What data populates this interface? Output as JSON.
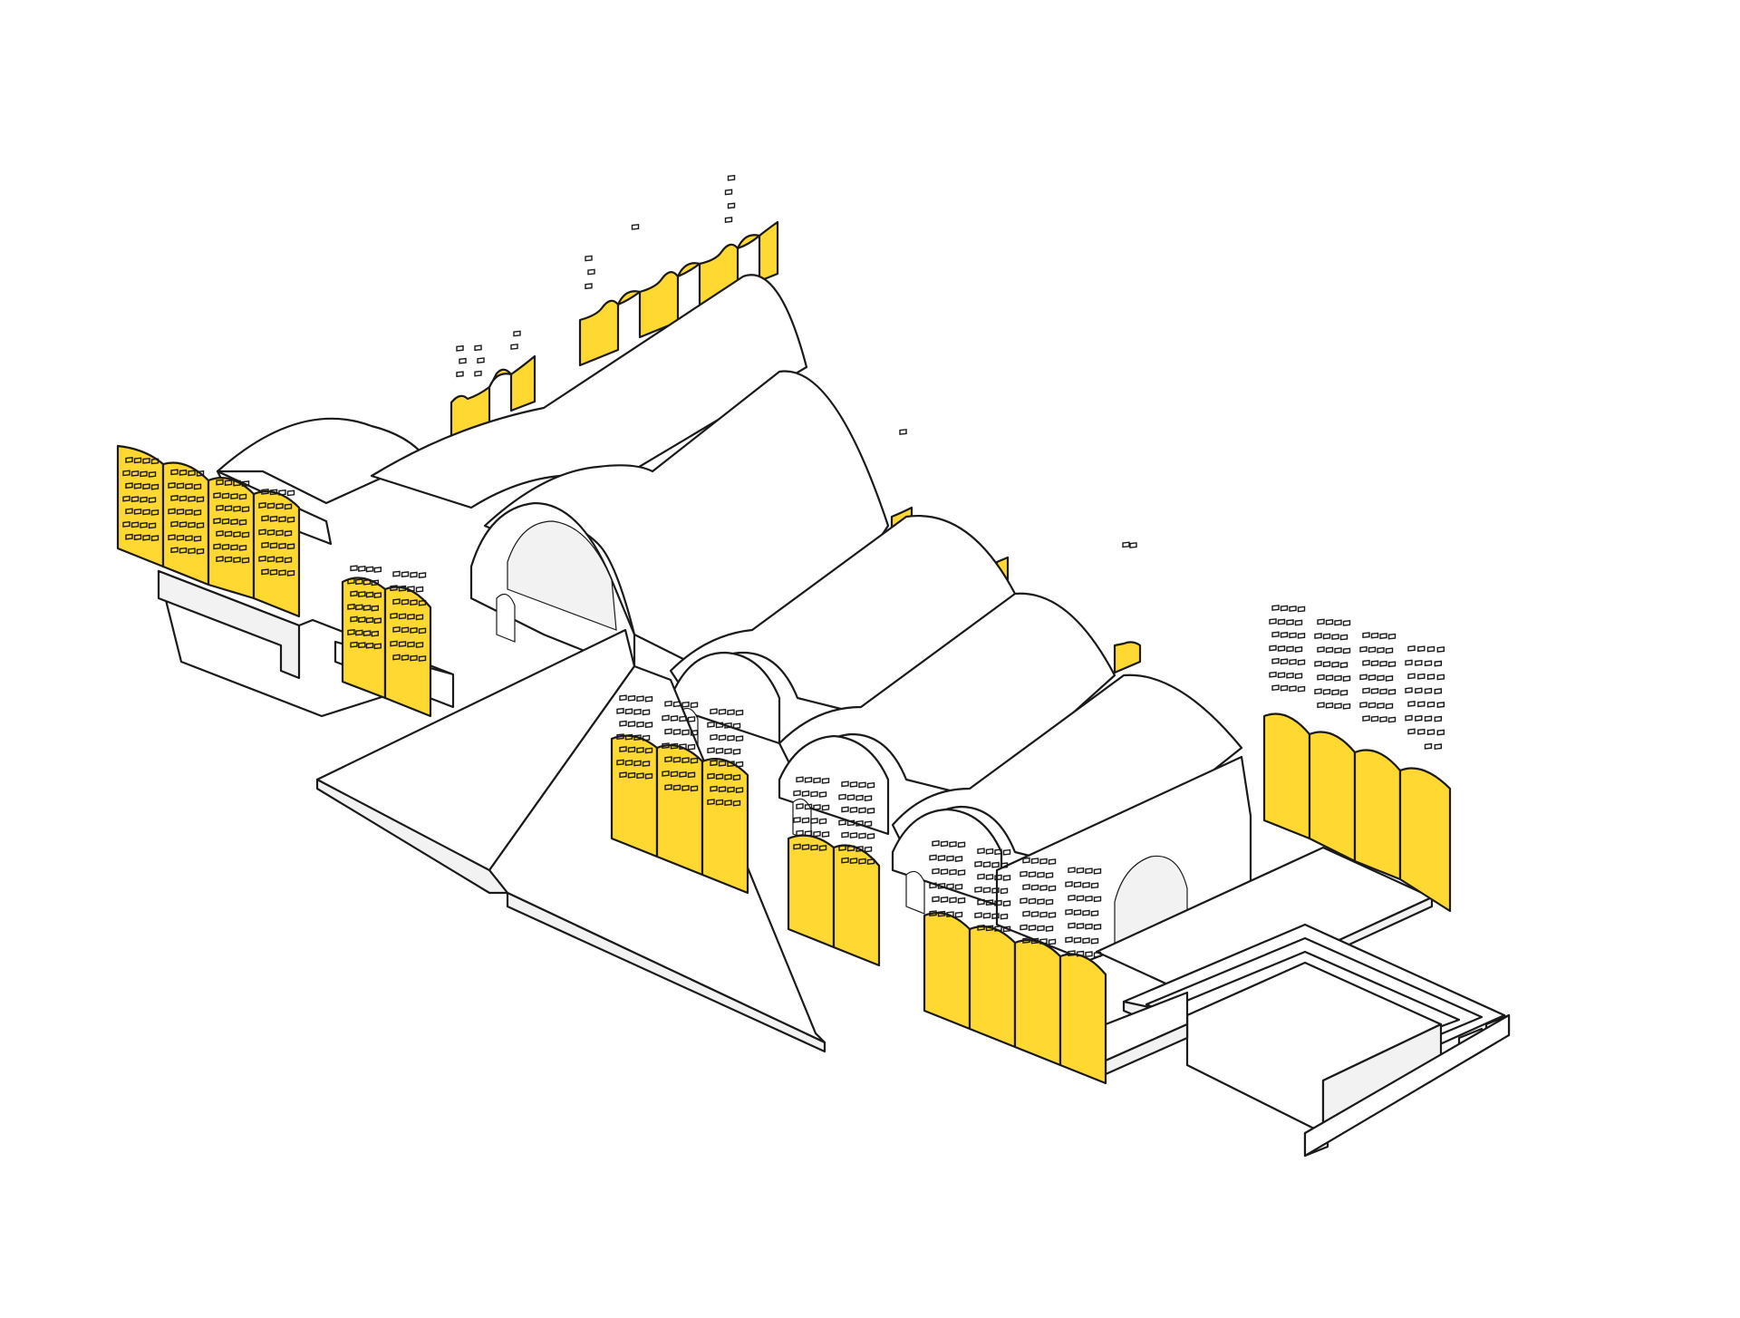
{
  "diagram": {
    "kind": "axonometric-architectural-drawing",
    "colors": {
      "background": "#ffffff",
      "surface": "#ffffff",
      "surface_shade": "#f2f2f2",
      "shadow": "#e4e4e4",
      "screen_fill": "#ffd932",
      "line": "#1a1a1a"
    },
    "elements": {
      "vaults": 7,
      "perforated_screen_groups": 8,
      "ramp": 1,
      "stepped_court": 1
    }
  }
}
